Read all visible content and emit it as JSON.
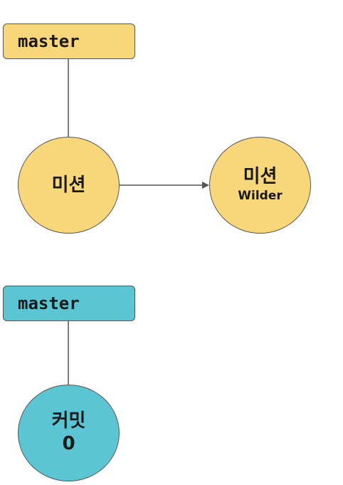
{
  "colors": {
    "yellow": "#F8D77A",
    "cyan": "#5BC5D3",
    "stroke": "#555555",
    "text": "#1a1a1a"
  },
  "top_diagram": {
    "branch_label": "master",
    "commit_left": {
      "label": "미션"
    },
    "commit_right": {
      "label": "미션",
      "author": "Wilder"
    }
  },
  "bottom_diagram": {
    "branch_label": "master",
    "commit": {
      "label": "커밋",
      "number": "0"
    }
  }
}
